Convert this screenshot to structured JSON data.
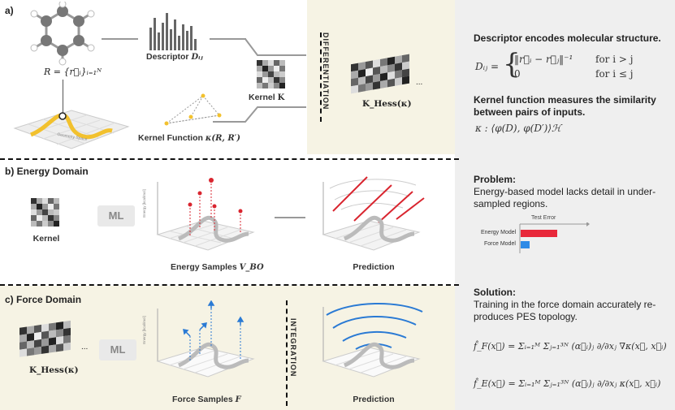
{
  "panels": {
    "a": {
      "label": "a)",
      "positions_formula": "R = {r⃗ᵢ}ᵢ₌₁ᴺ",
      "descriptor_label": "Descriptor",
      "descriptor_symbol": "Dᵢⱼ",
      "kernel_label": "Kernel",
      "kernel_symbol": "K",
      "kernel_function_label": "Kernel Function",
      "kernel_function_symbol": "κ(R, R′)",
      "geometry_space_label": "Geometry Space",
      "differentiation_label": "DIFFERENTIATION",
      "hessian_kernel_symbol": "K_Hess(κ)",
      "ellipsis": "..."
    },
    "b": {
      "label": "b) Energy Domain",
      "kernel_label": "Kernel",
      "ml_label": "ML",
      "samples_label": "Energy Samples",
      "samples_symbol": "V_BO",
      "prediction_label": "Prediction",
      "axis_label": "Energy [kcal/mol]"
    },
    "c": {
      "label": "c) Force Domain",
      "hessian_kernel_symbol": "K_Hess(κ)",
      "ellipsis": "...",
      "ml_label": "ML",
      "samples_label": "Force Samples",
      "samples_symbol": "F",
      "integration_label": "INTEGRATION",
      "prediction_label": "Prediction",
      "axis_label": "Energy [kcal/mol]"
    }
  },
  "right": {
    "descriptor_title": "Descriptor encodes molecular structure.",
    "descriptor_eq_lhs": "Dᵢⱼ =",
    "descriptor_case1": "‖r⃗ᵢ − r⃗ⱼ‖⁻¹",
    "descriptor_case1_cond": "for i > j",
    "descriptor_case2": "0",
    "descriptor_case2_cond": "for i ≤ j",
    "kernel_title": "Kernel function measures the similarity between pairs of inputs.",
    "kernel_eq": "κ : ⟨φ(D), φ(D′)⟩ℋ",
    "problem_title": "Problem:",
    "problem_text": "Energy-based model lacks detail in under-sampled regions.",
    "test_error_title": "Test Error",
    "energy_model_label": "Energy Model",
    "force_model_label": "Force Model",
    "energy_model_error": 1.0,
    "force_model_error": 0.25,
    "energy_color": "#e8283a",
    "force_color": "#2f8be6",
    "solution_title": "Solution:",
    "solution_text": "Training in the force domain accurately re-produces PES topology.",
    "eq_force": "f̂_F(x⃗) = Σᵢ₌₁ᴹ Σⱼ₌₁³ᴺ (α⃗ᵢ)ⱼ ∂/∂xⱼ ∇κ(x⃗, x⃗ᵢ)",
    "eq_energy": "f̂_E(x⃗) = Σᵢ₌₁ᴹ Σⱼ₌₁³ᴺ (α⃗ᵢ)ⱼ ∂/∂xⱼ κ(x⃗, x⃗ᵢ)"
  },
  "colors": {
    "panel_beige": "#f6f3e4",
    "right_gray": "#f0f0f0",
    "energy_red": "#d9252f",
    "force_blue": "#2a7ad4",
    "surface_yellow": "#f2c12e"
  }
}
